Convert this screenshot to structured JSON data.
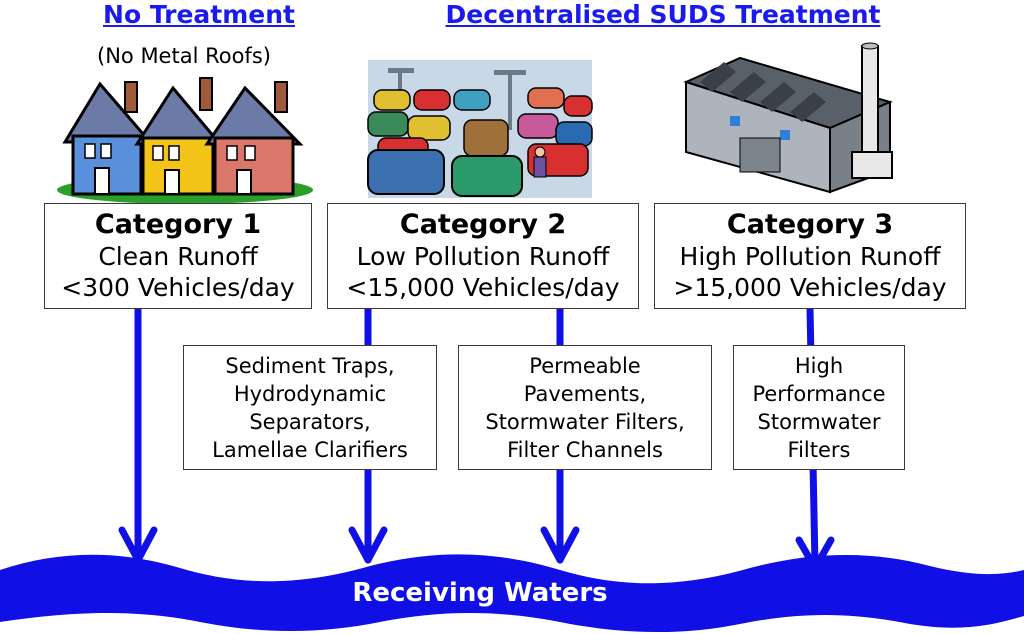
{
  "headings": {
    "no_treatment": "No Treatment",
    "decentralised": "Decentralised SUDS Treatment"
  },
  "houses_note": "(No Metal Roofs)",
  "categories": [
    {
      "title": "Category 1",
      "lines": [
        "Clean Runoff",
        "<300 Vehicles/day"
      ]
    },
    {
      "title": "Category 2",
      "lines": [
        "Low Pollution Runoff",
        "<15,000 Vehicles/day"
      ]
    },
    {
      "title": "Category 3",
      "lines": [
        "High Pollution Runoff",
        ">15,000 Vehicles/day"
      ]
    }
  ],
  "treatments": [
    {
      "lines": [
        "Sediment Traps,",
        "Hydrodynamic",
        "Separators,",
        "Lamellae Clarifiers"
      ]
    },
    {
      "lines": [
        "Permeable",
        "Pavements,",
        "Stormwater Filters,",
        "Filter Channels"
      ]
    },
    {
      "lines": [
        "High",
        "Performance",
        "Stormwater",
        "Filters"
      ]
    }
  ],
  "receiving_waters": "Receiving Waters",
  "icons": [
    "houses-icon",
    "car-park-icon",
    "factory-icon"
  ],
  "colors": {
    "heading": "#1a1aee",
    "arrow": "#1010e6",
    "water": "#1010e6"
  }
}
